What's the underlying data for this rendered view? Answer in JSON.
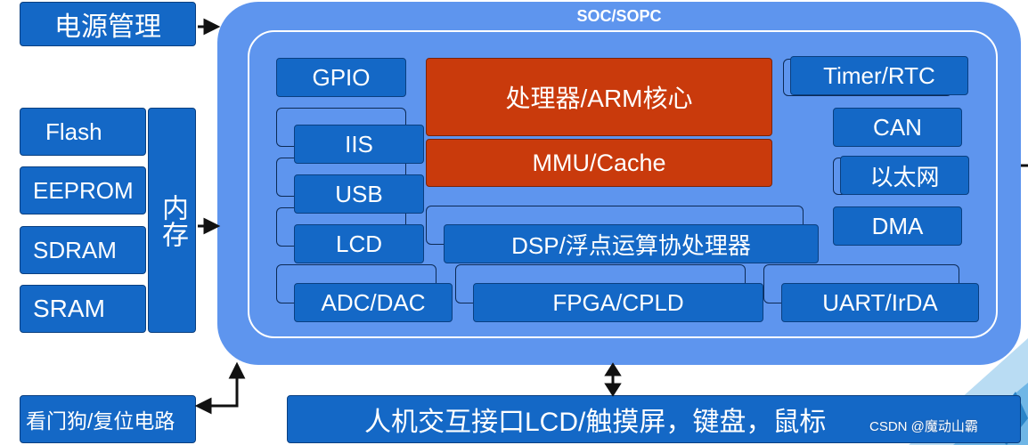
{
  "diagram": {
    "soc_title": "SOC/SOPC",
    "power": "电源管理",
    "memory_group": "内存",
    "memory_items": [
      "Flash",
      "EEPROM",
      "SDRAM",
      "SRAM"
    ],
    "watchdog": "看门狗/复位电路",
    "hmi": "人机交互接口LCD/触摸屏，键盘，鼠标",
    "core": {
      "processor": "处理器/ARM核心",
      "mmu": "MMU/Cache",
      "dsp": "DSP/浮点运算协处理器"
    },
    "left_peripherals": {
      "gpio": "GPIO",
      "iis": "IIS",
      "usb": "USB",
      "lcd": "LCD"
    },
    "right_peripherals": {
      "timer": "Timer/RTC",
      "can": "CAN",
      "ethernet": "以太网",
      "dma": "DMA"
    },
    "bottom_peripherals": {
      "adc": "ADC/DAC",
      "fpga": "FPGA/CPLD",
      "uart": "UART/IrDA"
    }
  },
  "watermark": "CSDN @魔动山霸",
  "colors": {
    "box_blue": "#1468c6",
    "soc_bg": "#5e95ee",
    "core_red": "#c93a0c",
    "border_dark": "#0a3f80"
  }
}
